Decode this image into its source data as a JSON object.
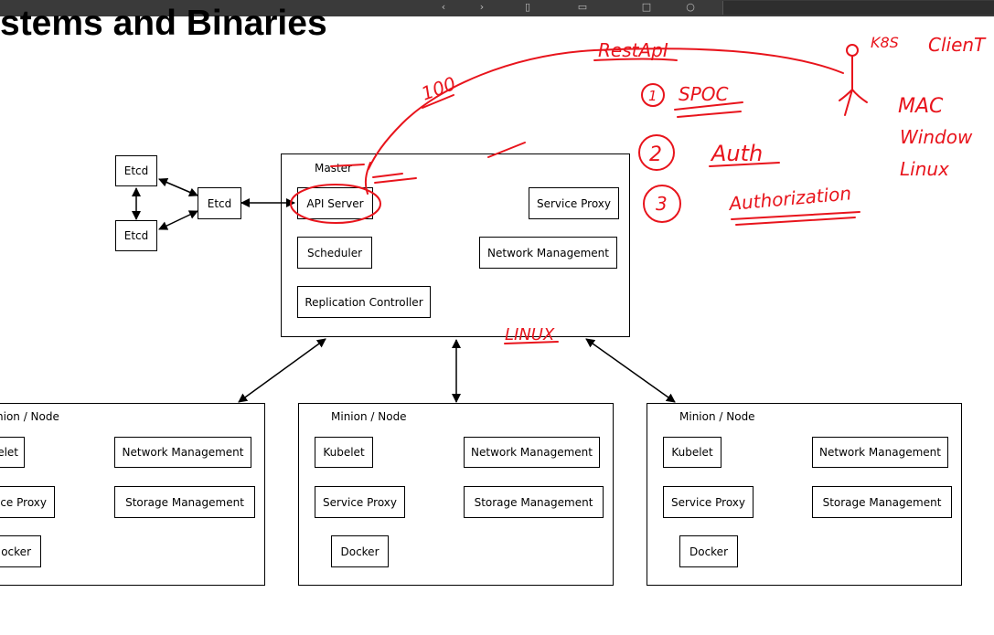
{
  "slide": {
    "title": "stems and Binaries"
  },
  "toolbar": {
    "icons": [
      "previous-icon",
      "next-icon",
      "page-icon",
      "zoom-icon",
      "settings-icon",
      "search-icon"
    ]
  },
  "diagram": {
    "etcd_left_top": "Etcd",
    "etcd_left_bottom": "Etcd",
    "etcd_center": "Etcd",
    "master": {
      "label": "Master",
      "api_server": "API Server",
      "service_proxy": "Service Proxy",
      "scheduler": "Scheduler",
      "network_management": "Network Management",
      "replication_controller": "Replication Controller"
    },
    "nodes": [
      {
        "label": "nion / Node",
        "kubelet": "elet",
        "service_proxy": "ice Proxy",
        "docker": "ocker",
        "network_management": "Network Management",
        "storage_management": "Storage Management"
      },
      {
        "label": "Minion / Node",
        "kubelet": "Kubelet",
        "service_proxy": "Service Proxy",
        "docker": "Docker",
        "network_management": "Network Management",
        "storage_management": "Storage Management"
      },
      {
        "label": "Minion / Node",
        "kubelet": "Kubelet",
        "service_proxy": "Service Proxy",
        "docker": "Docker",
        "network_management": "Network Management",
        "storage_management": "Storage Management"
      }
    ]
  },
  "annotations": {
    "color": "#e8141c",
    "rest_api": "RestApI",
    "count_100": "100",
    "k8s": "K8S",
    "client": "ClienT",
    "item_1_num": "1",
    "item_1_text": "SPOC",
    "item_2_num": "2",
    "item_2_text": "Auth",
    "item_3_num": "3",
    "item_3_text": "Authorization",
    "mac": "MAC",
    "window": "Window",
    "linux_side": "Linux",
    "linux_bottom": "LINUX"
  }
}
